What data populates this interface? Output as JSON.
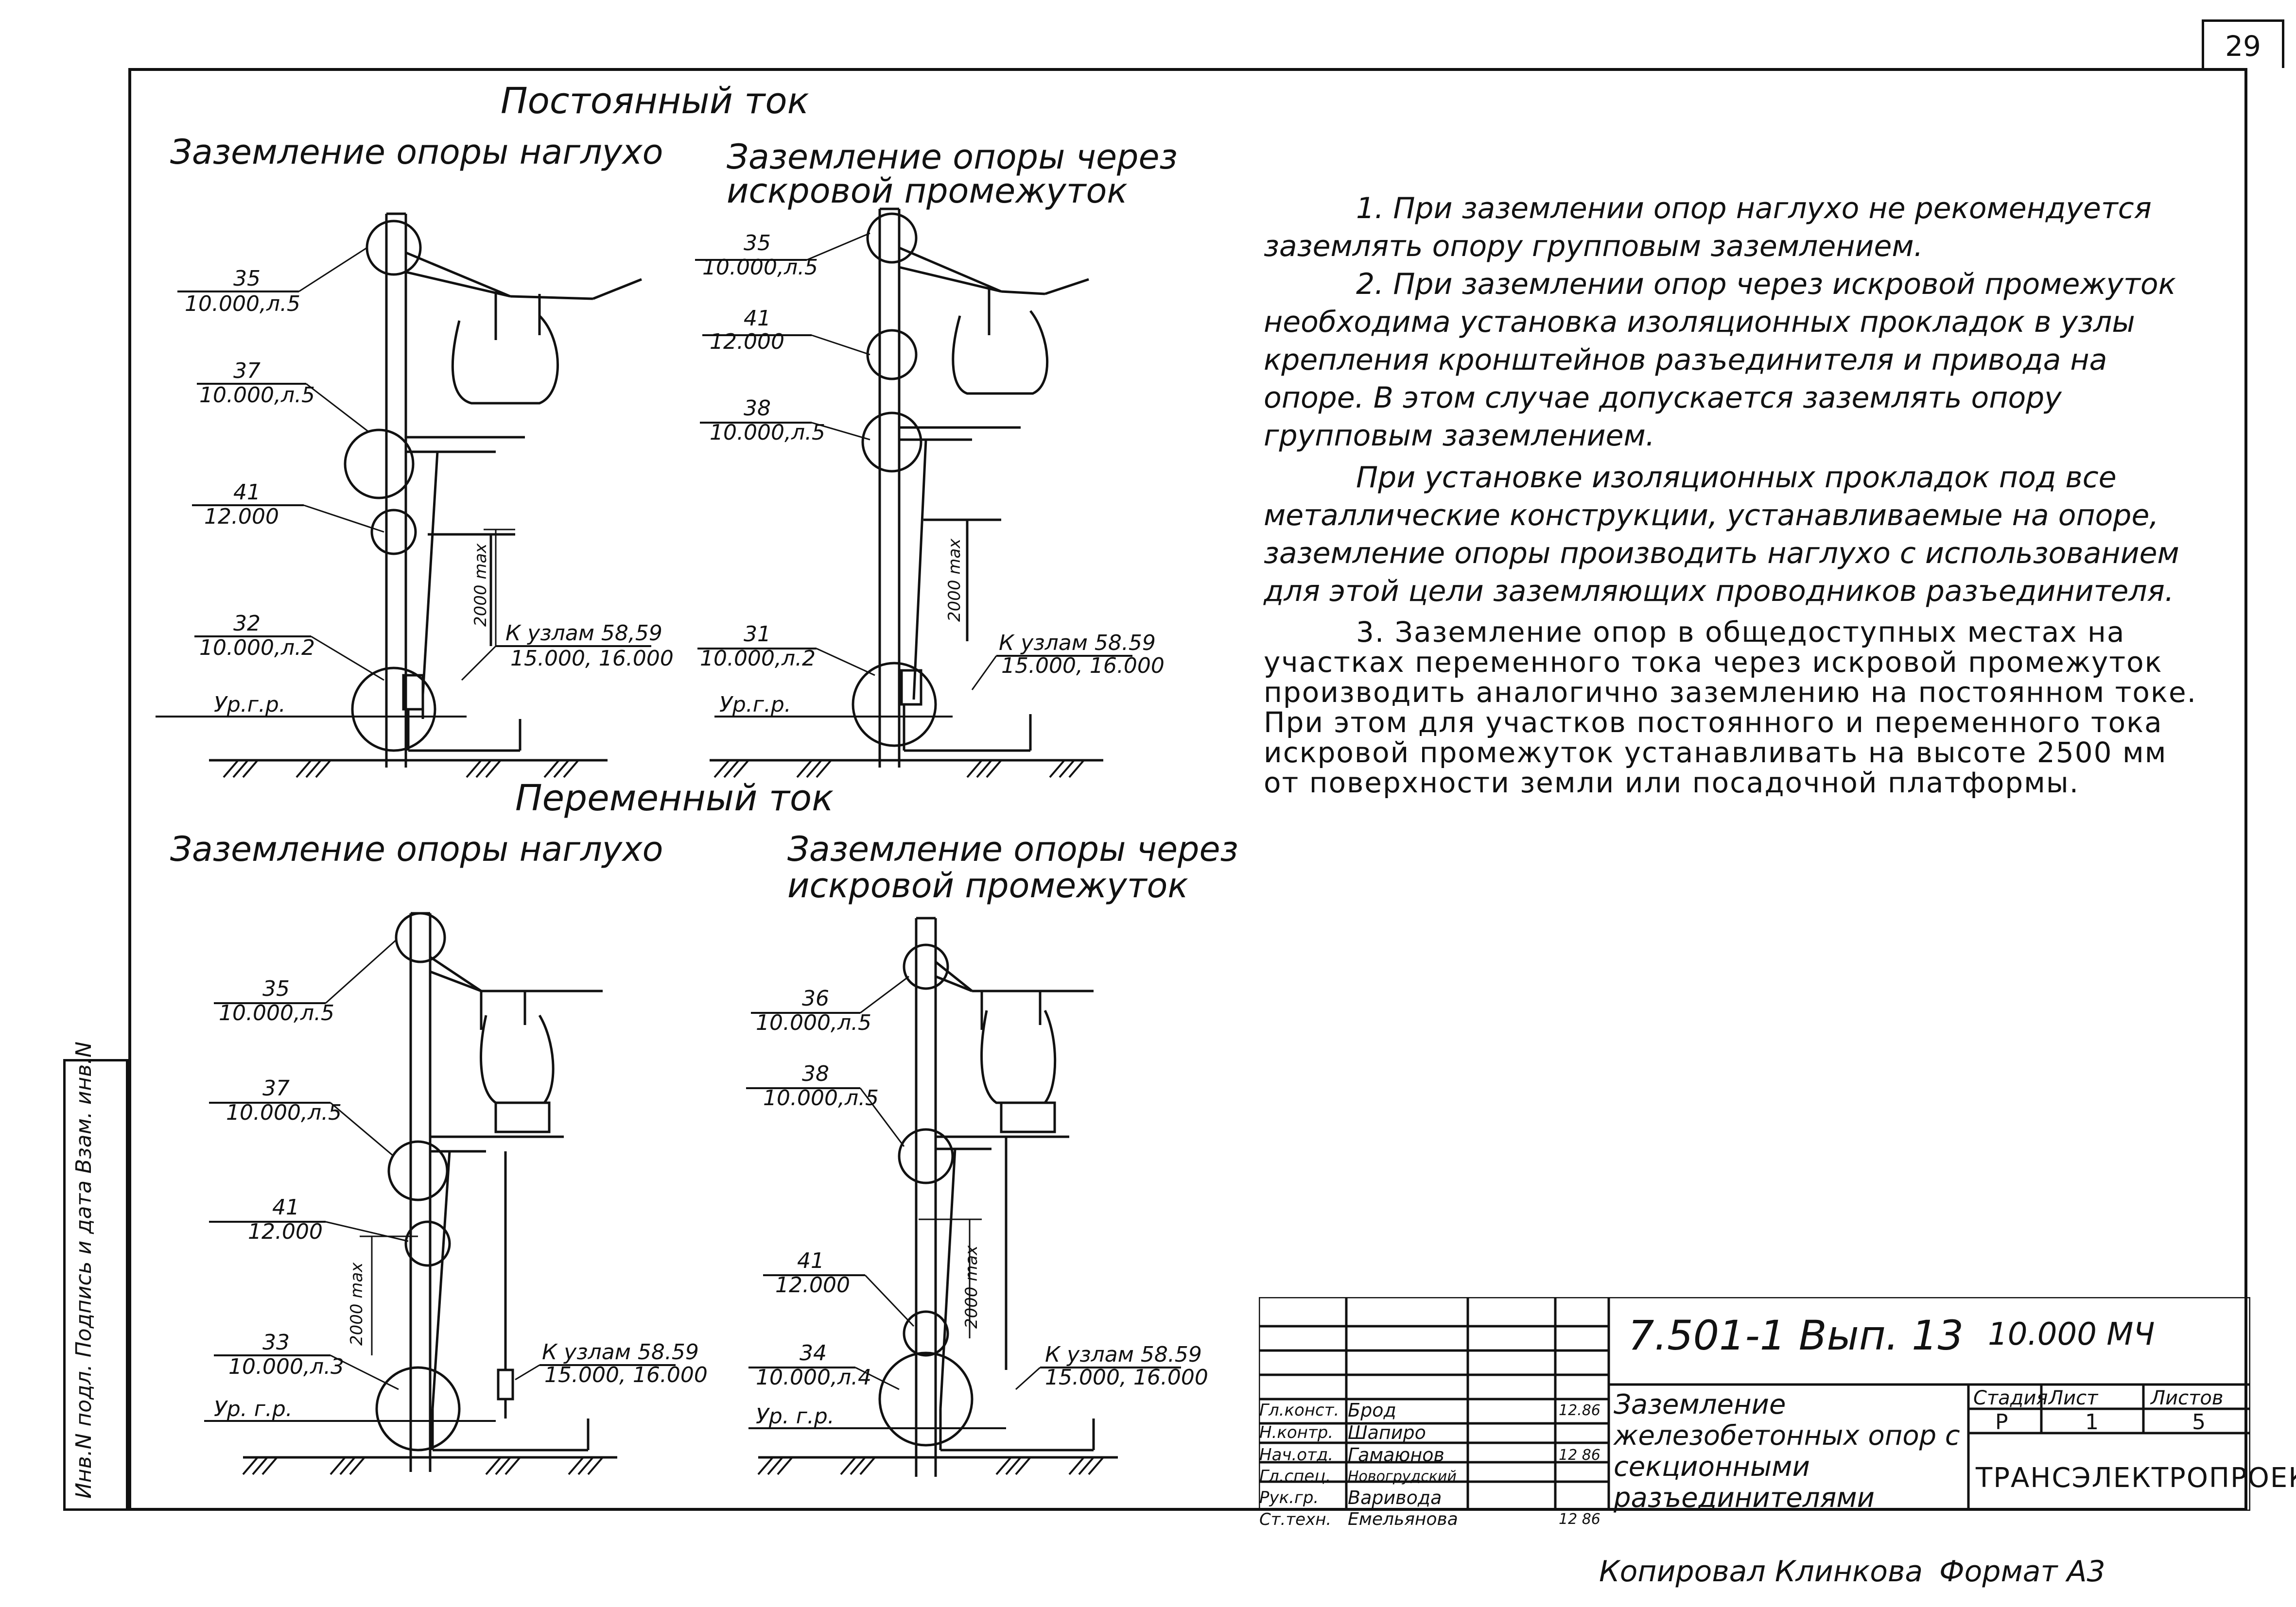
{
  "sheet_number": "29",
  "sections": {
    "dc": {
      "title": "Постоянный  ток"
    },
    "ac": {
      "title": "Переменный  ток"
    }
  },
  "captions": {
    "dc_left": "Заземление опоры наглухо",
    "dc_right_1": "Заземление опоры через",
    "dc_right_2": "искровой  промежуток",
    "ac_left": "Заземление опоры наглухо",
    "ac_right_1": "Заземление опоры через",
    "ac_right_2": "искровой промежуток"
  },
  "diagrams": {
    "dc_left": {
      "labels": [
        {
          "num": "35",
          "ref": "10.000,л.5"
        },
        {
          "num": "37",
          "ref": "10.000,л.5"
        },
        {
          "num": "41",
          "ref": "12.000"
        },
        {
          "num": "32",
          "ref": "10.000,л.2"
        }
      ],
      "dim": "2000 max",
      "node_ref_1": "К узлам 58,59",
      "node_ref_2": "15.000, 16.000",
      "ground": "Ур.г.р."
    },
    "dc_right": {
      "labels": [
        {
          "num": "35",
          "ref": "10.000,л.5"
        },
        {
          "num": "41",
          "ref": "12.000"
        },
        {
          "num": "38",
          "ref": "10.000,л.5"
        },
        {
          "num": "31",
          "ref": "10.000,л.2"
        }
      ],
      "dim": "2000 max",
      "node_ref_1": "К узлам 58.59",
      "node_ref_2": "15.000, 16.000",
      "ground": "Ур.г.р."
    },
    "ac_left": {
      "labels": [
        {
          "num": "35",
          "ref": "10.000,л.5"
        },
        {
          "num": "37",
          "ref": "10.000,л.5"
        },
        {
          "num": "41",
          "ref": "12.000"
        },
        {
          "num": "33",
          "ref": "10.000,л.3"
        }
      ],
      "dim": "2000 max",
      "node_ref_1": "К узлам 58.59",
      "node_ref_2": "15.000, 16.000",
      "ground": "Ур. г.р."
    },
    "ac_right": {
      "labels": [
        {
          "num": "36",
          "ref": "10.000,л.5"
        },
        {
          "num": "38",
          "ref": "10.000,л.5"
        },
        {
          "num": "41",
          "ref": "12.000"
        },
        {
          "num": "34",
          "ref": "10.000,л.4"
        }
      ],
      "dim": "2000 max",
      "node_ref_1": "К узлам 58.59",
      "node_ref_2": "15.000, 16.000",
      "ground": "Ур. г.р."
    }
  },
  "notes": {
    "n1": "1. При заземлении опор наглухо не рекомендуется заземлять опору групповым заземлением.",
    "n2": "2. При заземлении опор через искровой промежуток необходима установка изоляционных прокладок в узлы крепления кронштейнов разъединителя и привода на опоре. В этом случае допускается заземлять опору групповым заземлением.",
    "n2b": "При установке изоляционных прокладок под все металлические конструкции, устанавливаемые на опоре, заземление опоры производить наглухо с использованием для этой цели заземляющих проводников разъединителя.",
    "n3": "3. Заземление опор в общедоступных местах на участках переменного тока через искровой промежуток производить аналогично заземлению на постоянном токе. При этом для участков постоянного и переменного тока искровой промежуток устанавливать на высоте 2500 мм от поверхности земли или посадочной платформы."
  },
  "left_strip": "Инв.N подл.  Подпись и дата  Взам. инв.N",
  "title_block": {
    "rows": [
      {
        "role": "Гл.конст.",
        "name": "Брод",
        "date": "12.86"
      },
      {
        "role": "Н.контр.",
        "name": "Шапиро",
        "date": ""
      },
      {
        "role": "Нач.отд.",
        "name": "Гамаюнов",
        "date": "12 86"
      },
      {
        "role": "Гл.спец.",
        "name": "Новогрудский",
        "date": ""
      },
      {
        "role": "Рук.гр.",
        "name": "Варивода",
        "date": ""
      },
      {
        "role": "Ст.техн.",
        "name": "Емельянова",
        "date": "12 86"
      }
    ],
    "code": "7.501-1  Вып. 13",
    "doc": "10.000 МЧ",
    "title": "Заземление железобетонных опор с секционными разъединителями",
    "stage_h": "Стадия",
    "sheet_h": "Лист",
    "sheets_h": "Листов",
    "stage": "Р",
    "sheet": "1",
    "sheets": "5",
    "org": "ТРАНСЭЛЕКТРОПРОЕКТ"
  },
  "footer": {
    "copied": "Копировал Клинкова",
    "format": "Формат А3"
  }
}
